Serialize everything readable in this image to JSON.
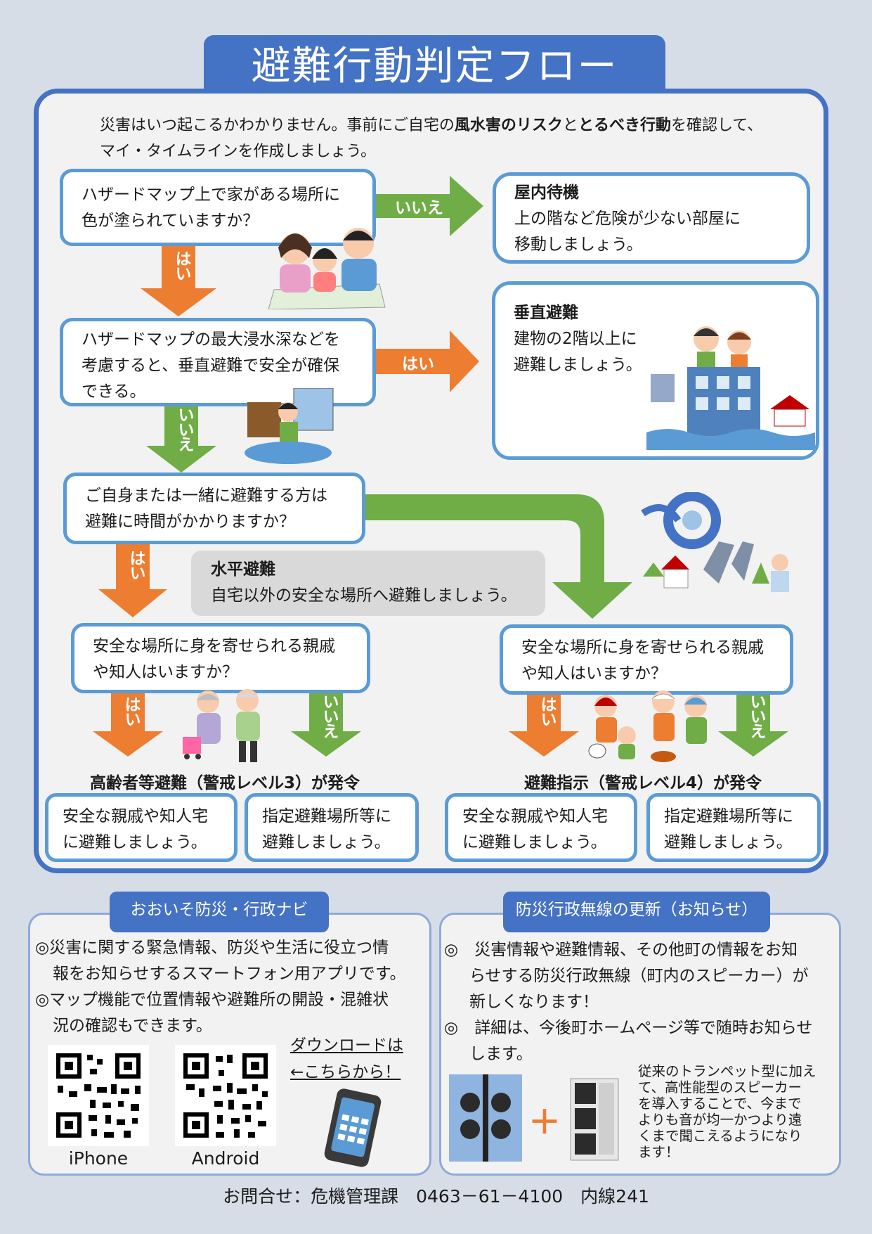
{
  "title": "避難行動判定フロー",
  "intro": {
    "part1": "災害はいつ起こるかわかりません。事前にご自宅の",
    "bold1": "風水害のリスク",
    "part2": "と",
    "bold2": "とるべき行動",
    "part3": "を確認して、",
    "line2": "マイ・タイムラインを作成しましょう。"
  },
  "q1": {
    "line1": "ハザードマップ上で家がある場所に",
    "line2": "色が塗られていますか？"
  },
  "q2": {
    "line1": "ハザードマップの最大浸水深などを",
    "line2": "考慮すると、垂直避難で安全が確保",
    "line3": "できる。"
  },
  "q3": {
    "line1": "ご自身または一緒に避難する方は",
    "line2": "避難に時間がかかりますか？"
  },
  "q4": {
    "line1": "安全な場所に身を寄せられる親戚",
    "line2": "や知人はいますか？"
  },
  "q5": {
    "line1": "安全な場所に身を寄せられる親戚",
    "line2": "や知人はいますか？"
  },
  "labels": {
    "yes": "はい",
    "no": "いいえ"
  },
  "r1": {
    "heading": "屋内待機",
    "line1": "上の階など危険が少ない部屋に",
    "line2": "移動しましょう。"
  },
  "r2": {
    "heading": "垂直避難",
    "line1": "建物の2階以上に",
    "line2": "避難しましょう。"
  },
  "horizontal": {
    "heading": "水平避難",
    "text": "自宅以外の安全な場所へ避難しましょう。"
  },
  "level3": "高齢者等避難（警戒レベル3）が発令",
  "level4": "避難指示（警戒レベル4）が発令",
  "end": {
    "a": {
      "line1": "安全な親戚や知人宅",
      "line2": "に避難しましょう。"
    },
    "b": {
      "line1": "指定避難場所等に",
      "line2": "避難しましょう。"
    },
    "c": {
      "line1": "安全な親戚や知人宅",
      "line2": "に避難しましょう。"
    },
    "d": {
      "line1": "指定避難場所等に",
      "line2": "避難しましょう。"
    }
  },
  "navi": {
    "tab": "おおいそ防災・行政ナビ",
    "p1a": "◎災害に関する緊急情報、防災や生活に役立つ情",
    "p1b": "報をお知らせするスマートフォン用アプリです。",
    "p2a": "◎マップ機能で位置情報や避難所の開設・混雑状",
    "p2b": "況の確認もできます。",
    "download1": "ダウンロードは",
    "download2": "←こちらから！",
    "iphone": "iPhone",
    "android": "Android"
  },
  "radio": {
    "tab": "防災行政無線の更新（お知らせ）",
    "p1a": "◎　災害情報や避難情報、その他町の情報をお知",
    "p1b": "らせする防災行政無線（町内のスピーカー）が",
    "p1c": "新しくなります！",
    "p2a": "◎　詳細は、今後町ホームページ等で随時お知らせ",
    "p2b": "します。",
    "plus": "＋",
    "note1": "従来のトランペット型に加え",
    "note2": "て、高性能型のスピーカー",
    "note3": "を導入することで、今まで",
    "note4": "よりも音が均一かつより遠",
    "note5": "くまで聞こえるようになり",
    "note6": "ます！"
  },
  "footer": "お問合せ：危機管理課　0463－61－4100　内線241",
  "colors": {
    "blue": "#4472c4",
    "border": "#5b9bd5",
    "green": "#70ad47",
    "orange": "#ed7d31"
  }
}
